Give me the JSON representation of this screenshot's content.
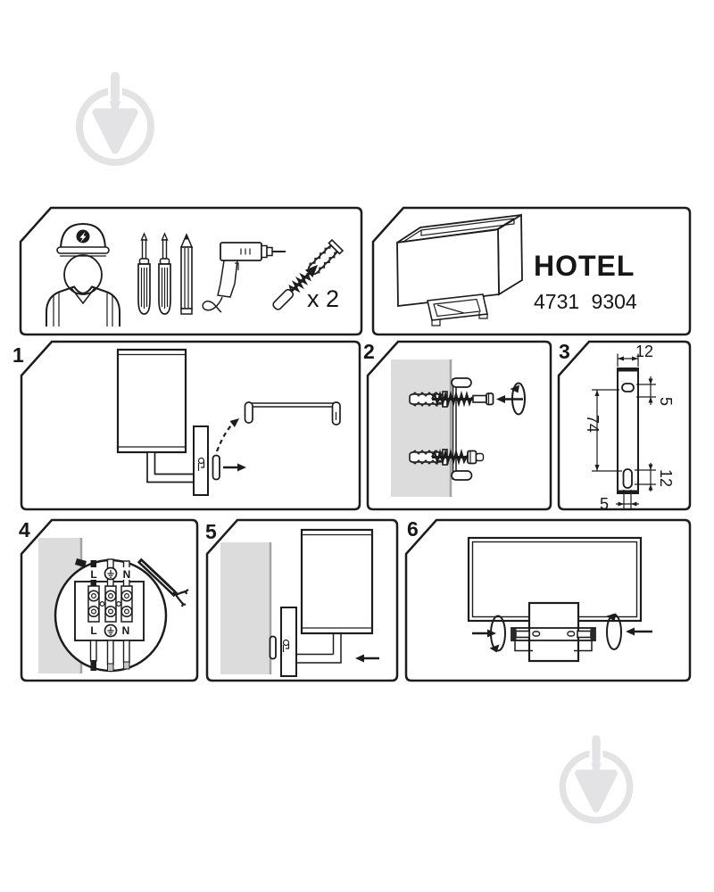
{
  "product": {
    "name": "HOTEL",
    "code": "4731 9304"
  },
  "tools_panel": {
    "anchor_quantity": "x 2"
  },
  "step_numbers": {
    "step1": "1",
    "step2": "2",
    "step3": "3",
    "step4": "4",
    "step5": "5",
    "step6": "6"
  },
  "bracket_dimensions": {
    "top_width_mm": "12",
    "top_slot_offset_mm": "5",
    "hole_spacing_mm": "74",
    "bottom_slot_height_mm": "12",
    "bottom_slot_width_mm": "5"
  },
  "wiring_labels": {
    "live": "L",
    "neutral": "N"
  },
  "icons": {
    "brand_watermark": "trowel-in-circle-logo",
    "earth_symbol": "earth-ground-symbol",
    "tools": [
      "electrician",
      "phillips-screwdriver",
      "flat-screwdriver",
      "pencil",
      "drill",
      "wall-anchor-with-screw"
    ]
  },
  "colors": {
    "line": "#1c1c1c",
    "wall": "#dcdcdc",
    "wall_edge": "#a3a3a3",
    "watermark": "#e3e3e5"
  }
}
